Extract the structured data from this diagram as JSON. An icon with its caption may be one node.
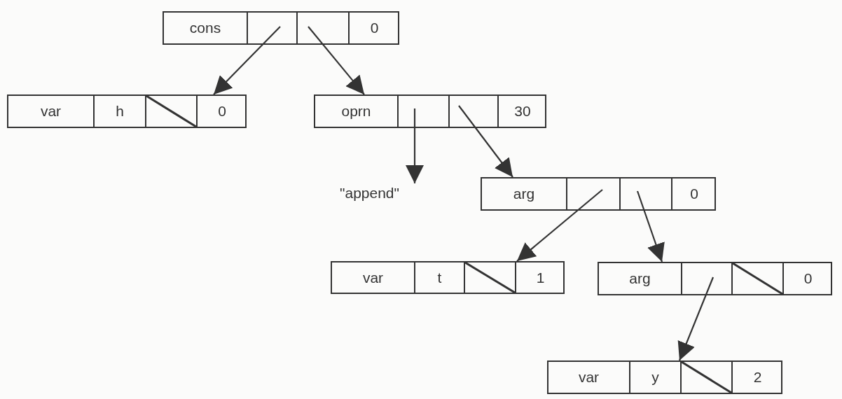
{
  "diagram": {
    "nodes": [
      {
        "text": [],
        "shape": "box"
      },
      {
        "text": [
          "cons"
        ],
        "in": 0
      },
      {
        "text": [],
        "shape": "box",
        "in": 0
      },
      {
        "text": [],
        "shape": "box",
        "in": 0
      },
      {
        "text": [
          "0"
        ],
        "in": 0
      },
      {
        "text": [],
        "shape": "box"
      },
      {
        "text": [
          "var"
        ],
        "in": 5
      },
      {
        "text": [
          "h"
        ],
        "in": 5
      },
      {
        "text": [],
        "shape": "slashed",
        "in": 5
      },
      {
        "text": [
          "0"
        ],
        "in": 5
      },
      {
        "text": [],
        "shape": "box"
      },
      {
        "text": [
          "oprn"
        ],
        "in": 10
      },
      {
        "text": [],
        "shape": "box",
        "in": 10
      },
      {
        "text": [],
        "shape": "box",
        "in": 10
      },
      {
        "text": [
          "30"
        ],
        "in": 10
      },
      {
        "text": [
          "\"append\""
        ]
      },
      {
        "text": [],
        "shape": "box"
      },
      {
        "text": [
          "arg"
        ],
        "in": 16
      },
      {
        "text": [],
        "shape": "box",
        "in": 16
      },
      {
        "text": [],
        "shape": "box",
        "in": 16
      },
      {
        "text": [
          "0"
        ],
        "in": 16
      },
      {
        "text": [],
        "shape": "box"
      },
      {
        "text": [
          "var"
        ],
        "in": 21
      },
      {
        "text": [
          "t"
        ],
        "in": 21
      },
      {
        "text": [],
        "shape": "slashed",
        "in": 21
      },
      {
        "text": [
          "1"
        ],
        "in": 21
      },
      {
        "text": [],
        "shape": "box"
      },
      {
        "text": [
          "arg"
        ],
        "in": 26
      },
      {
        "text": [],
        "shape": "box",
        "in": 26
      },
      {
        "text": [],
        "shape": "slashed",
        "in": 26
      },
      {
        "text": [
          "0"
        ],
        "in": 26
      },
      {
        "text": [],
        "shape": "box"
      },
      {
        "text": [
          "var"
        ],
        "in": 31
      },
      {
        "text": [
          "y"
        ],
        "in": 31
      },
      {
        "text": [],
        "shape": "slashed",
        "in": 31
      },
      {
        "text": [
          "2"
        ],
        "in": 31
      }
    ],
    "edges": [
      {
        "from": 2,
        "to": 5,
        "arrow": "to"
      },
      {
        "from": 3,
        "to": 10,
        "arrow": "to"
      },
      {
        "from": 12,
        "to": 15,
        "arrow": "to"
      },
      {
        "from": 13,
        "to": 16,
        "arrow": "to"
      },
      {
        "from": 18,
        "to": 21,
        "arrow": "to"
      },
      {
        "from": 19,
        "to": 26,
        "arrow": "to"
      },
      {
        "from": 28,
        "to": 31,
        "arrow": "to"
      }
    ]
  }
}
